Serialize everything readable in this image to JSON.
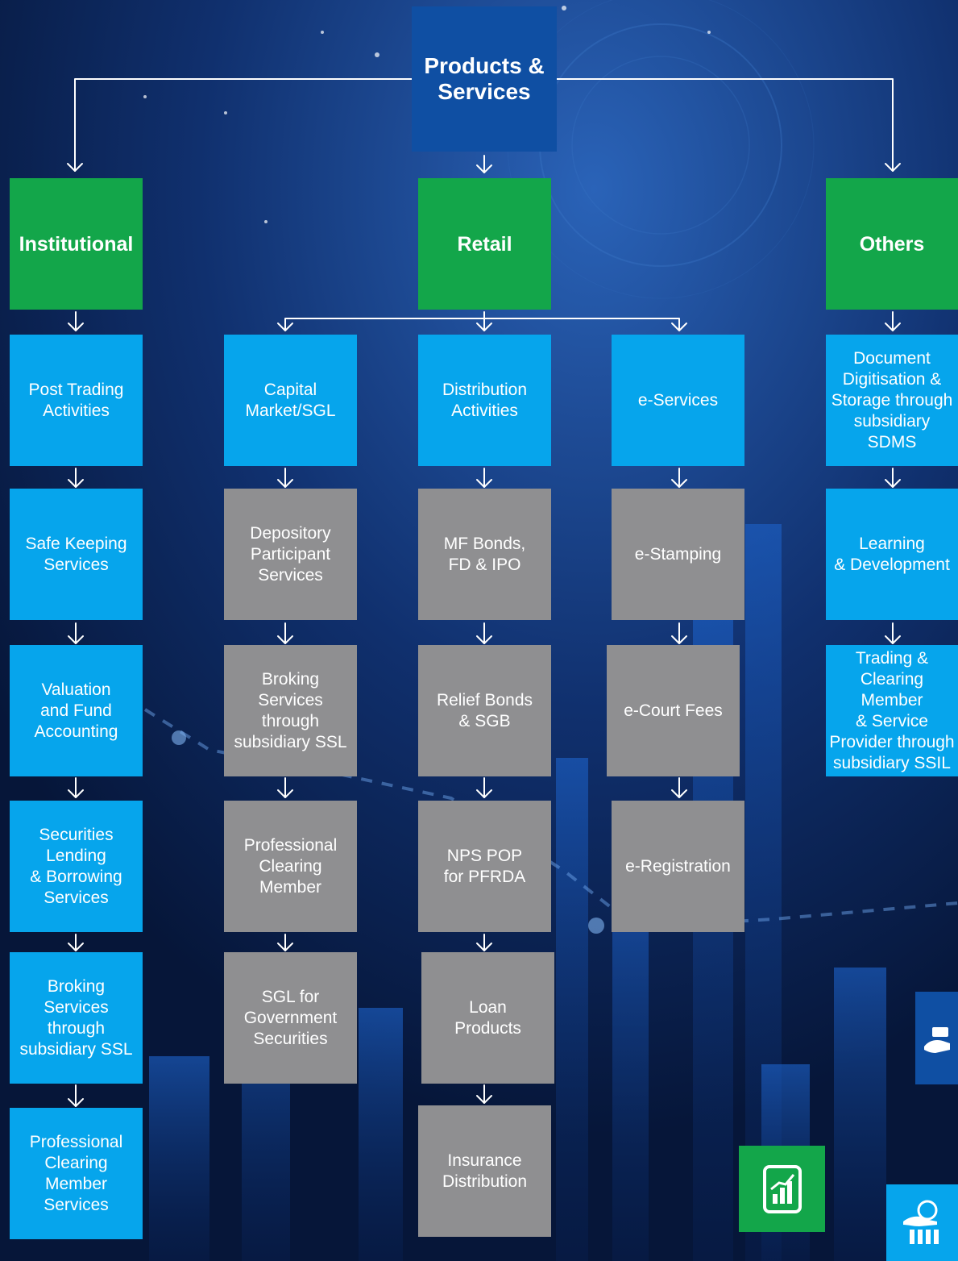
{
  "colors": {
    "root": "#0f4fa3",
    "category": "#13a64a",
    "sub_category": "#06a5ec",
    "service": "#8f8f91",
    "connector": "#ffffff"
  },
  "root": "Products &\nServices",
  "categories": {
    "institutional": "Institutional",
    "retail": "Retail",
    "others": "Others"
  },
  "institutional": [
    "Post Trading\nActivities",
    "Safe Keeping\nServices",
    "Valuation\nand Fund\nAccounting",
    "Securities\nLending\n& Borrowing\nServices",
    "Broking\nServices through\nsubsidiary SSL",
    "Professional\nClearing Member\nServices"
  ],
  "retail": {
    "capital_market": {
      "title": "Capital\nMarket/SGL",
      "items": [
        "Depository\nParticipant\nServices",
        "Broking\nServices through\nsubsidiary SSL",
        "Professional\nClearing\nMember",
        "SGL for\nGovernment\nSecurities"
      ]
    },
    "distribution": {
      "title": "Distribution\nActivities",
      "items": [
        "MF Bonds,\nFD & IPO",
        "Relief Bonds\n& SGB",
        "NPS POP\nfor PFRDA",
        "Loan\nProducts",
        "Insurance\nDistribution"
      ]
    },
    "e_services": {
      "title": "e-Services",
      "items": [
        "e-Stamping",
        "e-Court Fees",
        "e-Registration"
      ]
    }
  },
  "others": [
    "Document\nDigitisation &\nStorage through\nsubsidiary SDMS",
    "Learning\n& Development",
    "Trading &\nClearing\nMember\n& Service\nProvider through\nsubsidiary SSIL"
  ],
  "icons": [
    "chart-tablet-icon",
    "hand-money-icon",
    "rupee-bank-icon"
  ]
}
